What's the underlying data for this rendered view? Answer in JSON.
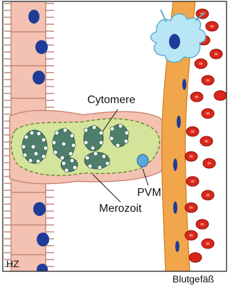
{
  "labels": {
    "cytomere": "Cytomere",
    "pvm": "PVM",
    "merozoit": "Merozoit",
    "hz": "HZ",
    "blutgefaess": "Blutgefäß"
  },
  "colors": {
    "hepatocyte": "#f3c2b2",
    "hepatocyte_border": "#c98877",
    "nucleus": "#1f3c99",
    "parasite": "#d4e49b",
    "parasite_border": "#6a8a2c",
    "cytomere_fill": "#4f7e6c",
    "merozoite": "#ffffff",
    "endothelial": "#f2a64b",
    "red_blood_cell": "#d8271a",
    "kupffer_cell": "#b8e6f5",
    "background": "#ffffff"
  }
}
